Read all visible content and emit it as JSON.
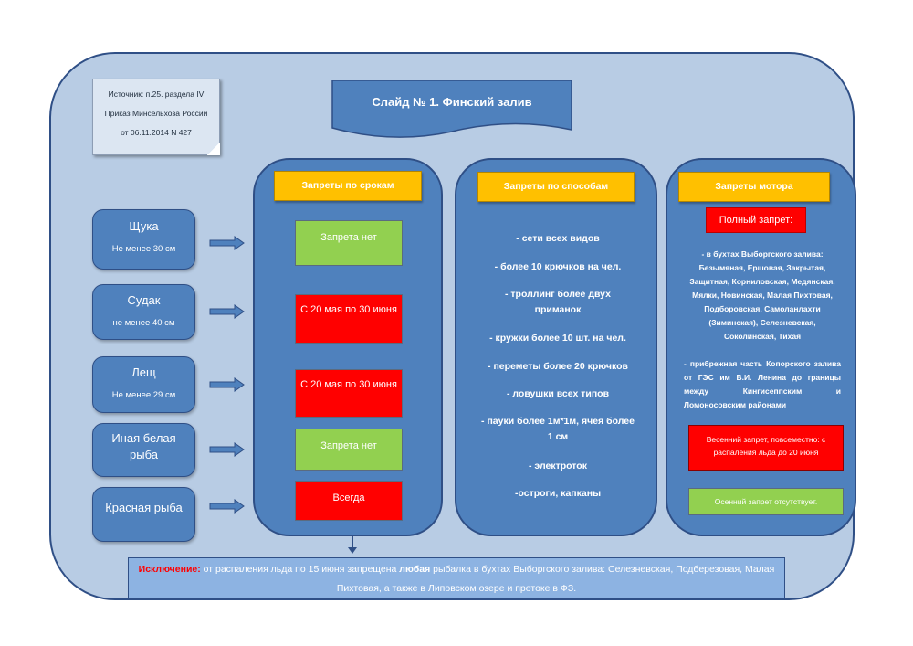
{
  "source": {
    "line1": "Источник: п.25. раздела IV",
    "line2": "Приказ Минсельхоза России",
    "line3": "от 06.11.2014 N 427"
  },
  "title": "Слайд № 1.    Финский залив",
  "species": [
    {
      "name": "Щука",
      "size": "Не менее 30 см"
    },
    {
      "name": "Судак",
      "size": "не менее 40 см"
    },
    {
      "name": "Лещ",
      "size": "Не менее 29 см"
    },
    {
      "name": "Иная белая рыба",
      "size": ""
    },
    {
      "name": "Красная рыба",
      "size": ""
    }
  ],
  "terms": {
    "header": "Запреты по срокам",
    "items": [
      "Запрета нет",
      "С 20 мая по 30 июня",
      "С 20 мая по 30 июня",
      "Запрета нет",
      "Всегда"
    ],
    "colors": {
      "none": "#92d050",
      "ban": "#ff0000"
    }
  },
  "methods": {
    "header": "Запреты  по способам",
    "items": [
      "- сети всех видов",
      "- более 10 крючков на чел.",
      "- троллинг  более двух приманок",
      "- кружки более 10 шт. на чел.",
      "- переметы более 20 крючков",
      "- ловушки всех типов",
      "- пауки более 1м*1м, ячея более 1 см",
      "- электроток",
      "-остроги, капканы"
    ]
  },
  "motor": {
    "header": "Запреты мотора",
    "full_ban": "Полный запрет:",
    "bays": "-  в бухтах Выборгского залива: Безымяная, Ершовая, Закрытая, Защитная, Корниловская, Медянская, Мялки, Новинская, Малая Пихтовая, Подборовская, Самоланлахти (Зиминская), Селезневская, Соколинская, Тихая",
    "coast": "-  прибрежная  часть  Копорского залива от ГЭС им В.И. Ленина до границы между Кингисеппским и Ломоносовским районами",
    "spring": "Весенний запрет, повсеместно: с распаления льда до 20 июня",
    "autumn": "Осенний запрет отсутствует."
  },
  "exception": {
    "label": "Исключение:",
    "text1": " от распаления льда по 15 июня запрещена ",
    "bold": "любая",
    "text2": " рыбалка в бухтах Выборгского залива: Селезневская, Подберезовая, Малая Пихтовая, а также в Липовском озере и протоке в ФЗ."
  },
  "colors": {
    "frame": "#b8cce4",
    "box": "#4f81bd",
    "header": "#ffc000",
    "green": "#92d050",
    "red": "#ff0000",
    "exception_bg": "#8db3e2"
  }
}
